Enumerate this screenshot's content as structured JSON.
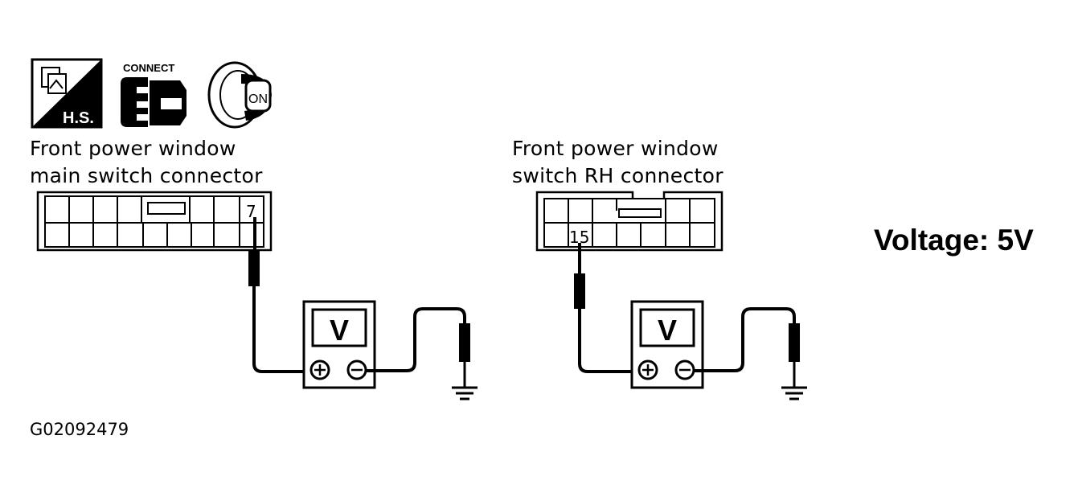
{
  "icons": {
    "hs_label": "H.S.",
    "connect_label": "CONNECT",
    "key_label": "ON"
  },
  "left_connector": {
    "caption_line1": "Front power window",
    "caption_line2": "main switch connector",
    "terminal": "7"
  },
  "right_connector": {
    "caption_line1": "Front power window",
    "caption_line2": "switch RH connector",
    "terminal": "15"
  },
  "meter": {
    "display": "V"
  },
  "result": {
    "voltage": "Voltage: 5V"
  },
  "figure_id": "G02092479"
}
